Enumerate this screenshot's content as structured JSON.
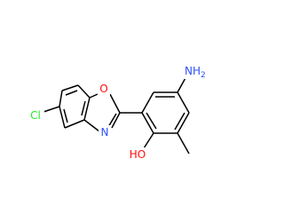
{
  "molecule": {
    "atoms": {
      "oxazole_oxygen": {
        "text": "O",
        "color": "#ff0d0d"
      },
      "oxazole_nitrogen": {
        "text": "N",
        "color": "#3050f8"
      },
      "chlorine": {
        "text": "Cl",
        "color": "#1ff01f"
      },
      "hydroxyl": {
        "text": "HO",
        "color": "#ff0d0d"
      },
      "amine": {
        "text": "NH",
        "subscript": "2",
        "color": "#3050f8"
      }
    },
    "bond_color": "#000000"
  }
}
